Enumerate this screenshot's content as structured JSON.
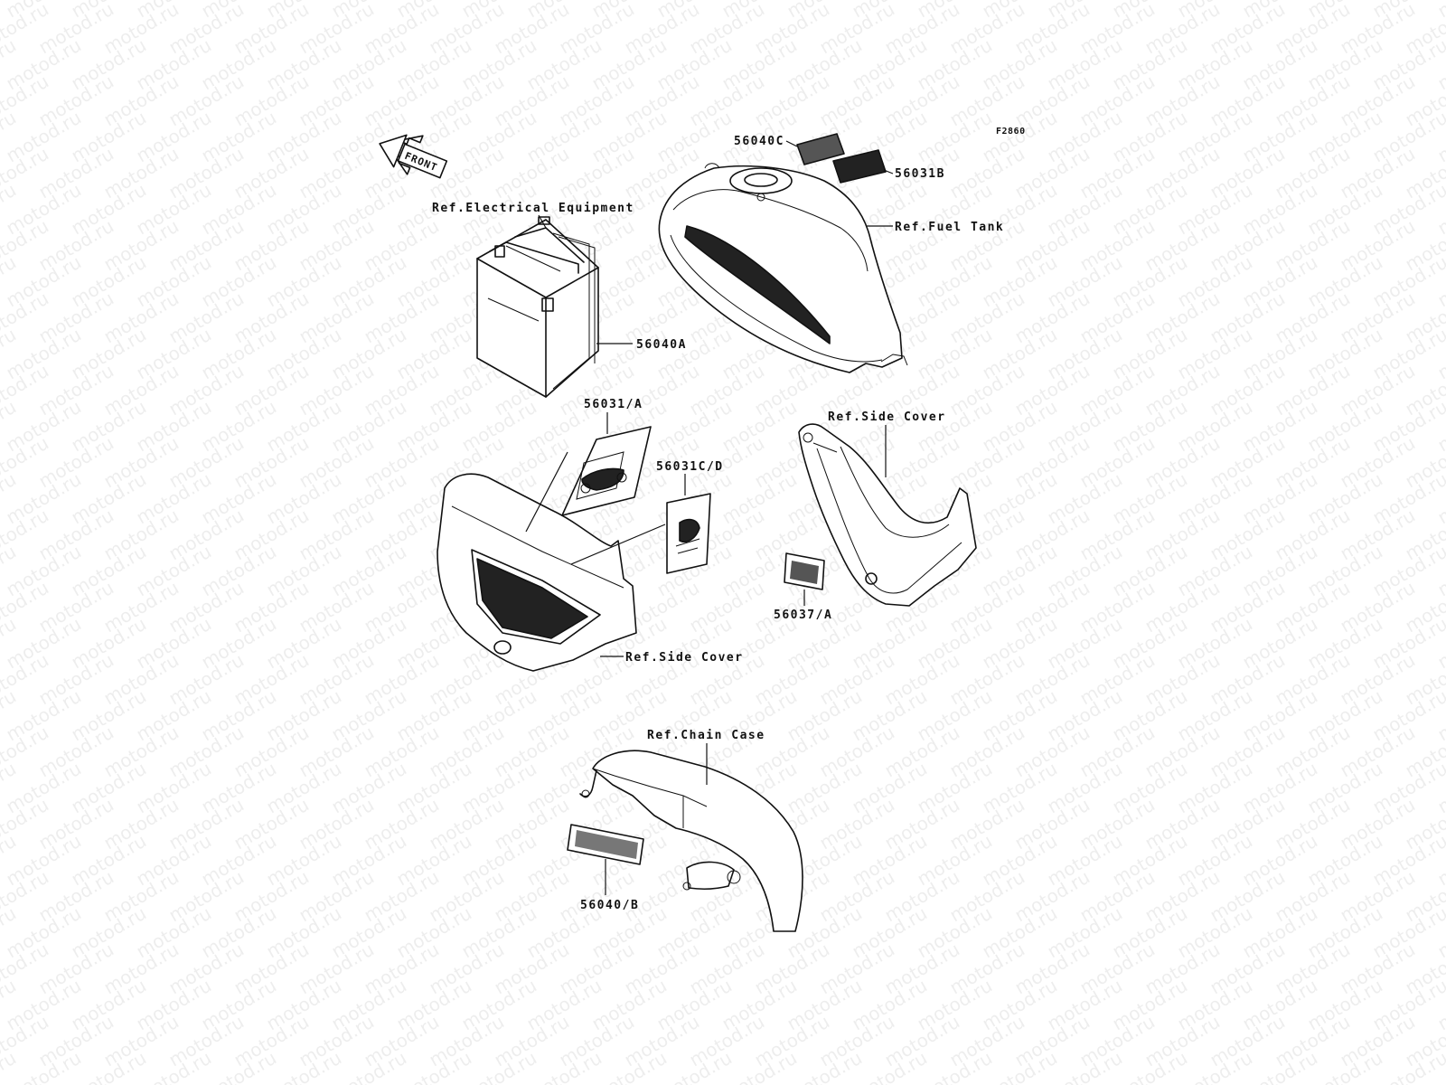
{
  "figure_code": "F2860",
  "watermark_text": "motod.ru",
  "front_arrow_label": "FRONT",
  "labels": {
    "ref_electrical": "Ref.Electrical Equipment",
    "ref_fuel_tank": "Ref.Fuel Tank",
    "ref_side_cover_right": "Ref.Side Cover",
    "ref_side_cover_left": "Ref.Side Cover",
    "ref_chain_case": "Ref.Chain Case",
    "p56040C": "56040C",
    "p56031B": "56031B",
    "p56040A": "56040A",
    "p56031A": "56031/A",
    "p56031CD": "56031C/D",
    "p56037A": "56037/A",
    "p56040B": "56040/B"
  }
}
